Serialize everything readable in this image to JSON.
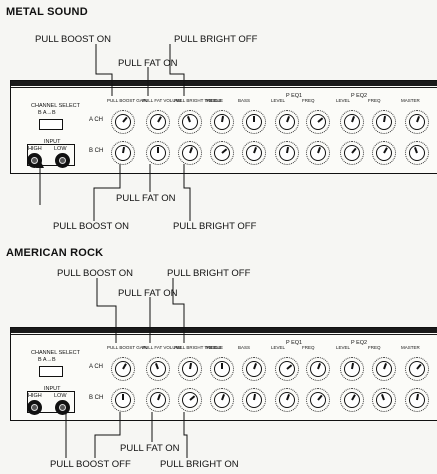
{
  "sections": [
    {
      "title": "METAL SOUND",
      "top_left": "PULL BOOST ON",
      "top_right": "PULL BRIGHT OFF",
      "top_middle": "PULL FAT ON",
      "bottom_middle": "PULL FAT ON",
      "bottom_left": "PULL BOOST ON",
      "bottom_right": "PULL BRIGHT OFF"
    },
    {
      "title": "AMERICAN ROCK",
      "top_left": "PULL BOOST ON",
      "top_right": "PULL BRIGHT OFF",
      "top_middle": "PULL FAT ON",
      "bottom_middle": "PULL FAT ON",
      "bottom_left": "PULL BOOST OFF",
      "bottom_right": "PULL BRIGHT ON"
    }
  ],
  "panel": {
    "channel_select": "CHANNEL SELECT",
    "channel_select_sub": "B A→B",
    "input": "INPUT",
    "high": "HIGH",
    "low": "LOW",
    "ch_a": "A CH",
    "ch_b": "B CH",
    "knob_labels": [
      "PULL BOOST GAIN",
      "PULL FAT VOLUME",
      "PULL BRIGHT TREBLE",
      "MIDDLE",
      "BASS",
      "LEVEL",
      "FREQ",
      "LEVEL",
      "FREQ",
      "MASTER"
    ],
    "peq1": "P EQ1",
    "peq2": "P EQ2"
  }
}
